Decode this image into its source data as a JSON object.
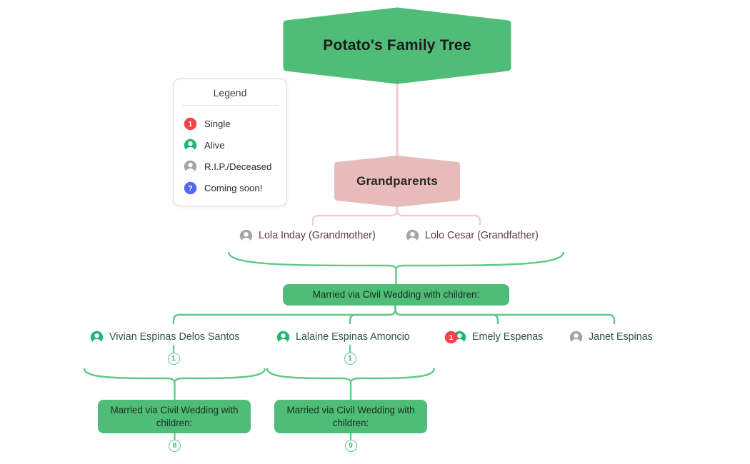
{
  "title": {
    "label": "Potato's Family Tree"
  },
  "palette": {
    "node_green": "#4FBC77",
    "wire_green": "#5FC98A",
    "node_pink": "#E6BBBA",
    "wire_pink": "#F1CECD",
    "single_red": "#F3434A",
    "alive_green": "#1FB573",
    "deceased_gray": "#A5A5A5",
    "coming_soon_blue": "#5169ED"
  },
  "badges": {
    "single_glyph": "1",
    "question_glyph": "?"
  },
  "legend": {
    "title": "Legend",
    "items": [
      {
        "icon": "single-badge-icon",
        "label": "Single",
        "glyph": "1"
      },
      {
        "icon": "alive-person-icon",
        "label": "Alive"
      },
      {
        "icon": "deceased-person-icon",
        "label": "R.I.P./Deceased"
      },
      {
        "icon": "coming-soon-icon",
        "label": "Coming soon!",
        "glyph": "?"
      }
    ]
  },
  "grandparents": {
    "label": "Grandparents",
    "members": [
      {
        "name": "Lola Inday (Grandmother)",
        "status": "deceased"
      },
      {
        "name": "Lolo Cesar (Grandfather)",
        "status": "deceased"
      }
    ],
    "marriage": {
      "label": "Married via Civil Wedding with children:"
    }
  },
  "children": [
    {
      "name": "Vivian Espinas Delos Santos",
      "status": "alive",
      "collapsed_count": "1",
      "marriage": {
        "label": "Married via Civil Wedding with children:",
        "collapsed_count": "8"
      }
    },
    {
      "name": "Lalaine Espinas Amoncio",
      "status": "alive",
      "collapsed_count": "1",
      "marriage": {
        "label": "Married via Civil Wedding with children:",
        "collapsed_count": "9"
      }
    },
    {
      "name": "Emely Espenas",
      "status": "single, alive"
    },
    {
      "name": "Janet Espinas",
      "status": "deceased"
    }
  ]
}
